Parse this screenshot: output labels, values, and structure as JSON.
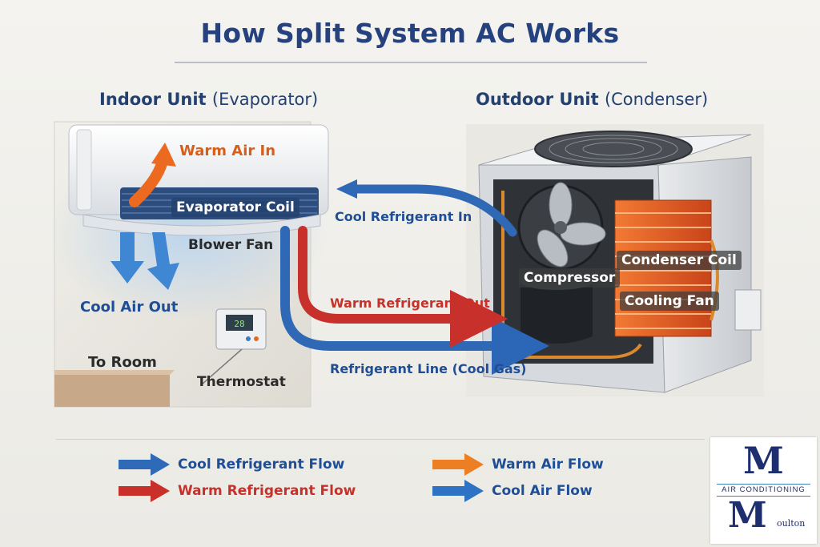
{
  "title": "How Split System AC Works",
  "indoor_unit": {
    "heading": "Indoor Unit",
    "heading_sub": "(Evaporator)",
    "labels": {
      "warm_air_in": "Warm Air In",
      "evaporator_coil": "Evaporator Coil",
      "blower_fan": "Blower Fan",
      "cool_air_out": "Cool Air Out",
      "to_room": "To Room",
      "thermostat": "Thermostat"
    }
  },
  "outdoor_unit": {
    "heading": "Outdoor Unit",
    "heading_sub": "(Condenser)",
    "labels": {
      "compressor": "Compressor",
      "condenser_coil": "Condenser Coil",
      "cooling_fan": "Cooling Fan"
    }
  },
  "flow_labels": {
    "cool_refrigerant_in": "Cool Refrigerant In",
    "warm_refrigerant_out": "Warm Refrigerant Out",
    "refrigerant_line": "Refrigerant Line (Cool Gas)"
  },
  "legend": [
    {
      "label": "Cool Refrigerant Flow",
      "color": "#2e6ab8",
      "text_color": "#1f4e96"
    },
    {
      "label": "Warm Refrigerant Flow",
      "color": "#c9302a",
      "text_color": "#c6322a"
    },
    {
      "label": "Warm Air Flow",
      "color": "#ee7e22",
      "text_color": "#1f4e96"
    },
    {
      "label": "Cool Air Flow",
      "color": "#2e72c4",
      "text_color": "#1f4e96"
    }
  ],
  "logo": {
    "letter_top": "M",
    "band_text": "AIR CONDITIONING",
    "letter_bottom": "M",
    "word": "oulton"
  },
  "colors": {
    "title": "#25427e",
    "cool_pipe": "#2f68b5",
    "warm_pipe": "#c8302b",
    "coil": "#e2571f"
  },
  "icons": {
    "indoor": "wall-mounted-ac-icon",
    "outdoor": "condenser-unit-icon",
    "thermostat": "thermostat-icon"
  }
}
